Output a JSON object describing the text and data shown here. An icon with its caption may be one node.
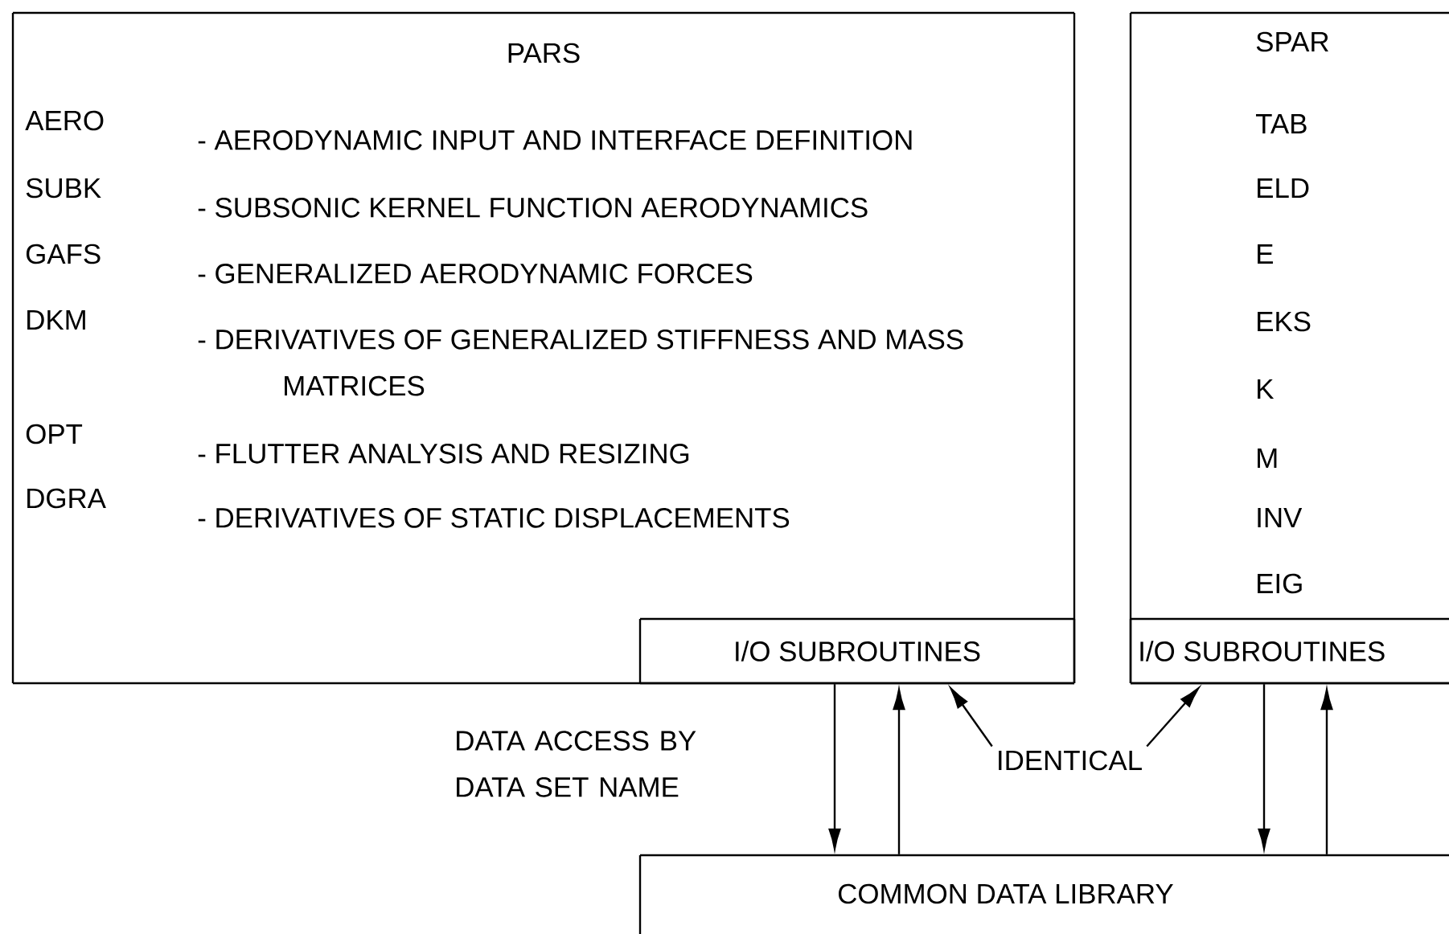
{
  "diagram": {
    "nodes": [
      {
        "text": [
          "PARS",
          "AERO",
          "- AERODYNAMIC INPUT AND INTERFACE DEFINITION",
          "SUBK",
          "- SUBSONIC KERNEL FUNCTION AERODYNAMICS",
          "GAFS",
          "- GENERALIZED AERODYNAMIC FORCES",
          "DKM",
          "- DERIVATIVES OF GENERALIZED STIFFNESS AND MASS MATRICES",
          "OPT",
          "- FLUTTER ANALYSIS AND RESIZING",
          "DGRA",
          "- DERIVATIVES OF STATIC DISPLACEMENTS"
        ]
      },
      {
        "text": [
          "I/O SUBROUTINES"
        ],
        "in": 0
      },
      {
        "text": [
          "SPAR",
          "TAB",
          "ELD",
          "E",
          "EKS",
          "K",
          "M",
          "INV",
          "EIG"
        ]
      },
      {
        "text": [
          "I/O SUBROUTINES"
        ],
        "in": 2
      },
      {
        "text": [
          "COMMON DATA LIBRARY"
        ]
      },
      {
        "text": [
          "IDENTICAL"
        ]
      }
    ],
    "edges": [
      {
        "from": 1,
        "to": 4,
        "arrow": "to"
      },
      {
        "from": 4,
        "to": 1,
        "arrow": "to"
      },
      {
        "from": 3,
        "to": 4,
        "arrow": "to"
      },
      {
        "from": 4,
        "to": 3,
        "arrow": "to"
      },
      {
        "from": 5,
        "to": 1,
        "arrow": "to"
      },
      {
        "from": 5,
        "to": 3,
        "arrow": "to"
      }
    ],
    "labels": [
      "DATA ACCESS BY DATA SET NAME"
    ]
  }
}
